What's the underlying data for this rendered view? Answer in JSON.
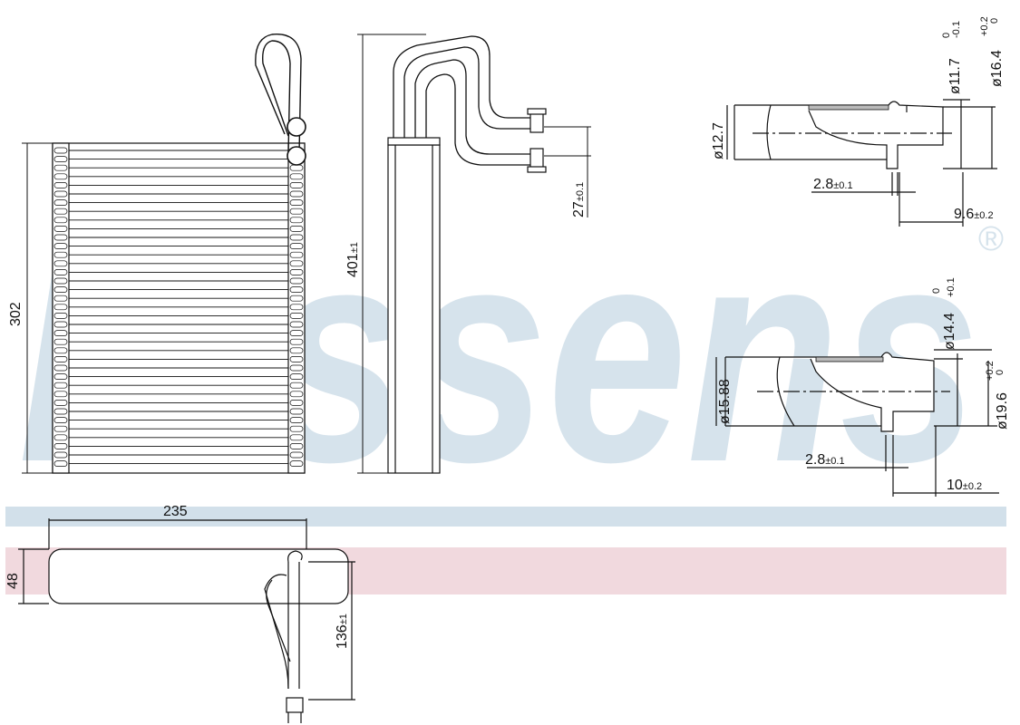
{
  "watermark": {
    "brand": "Nissens",
    "registered": "®",
    "band_blue_color": "#d2e0ea",
    "band_pink_color": "#f1d9de",
    "watermark_color": "#d6e3ec"
  },
  "dimensions": {
    "height_main": "302",
    "height_side": "401",
    "height_side_tol": "±1",
    "pipe_spacing": "27",
    "pipe_spacing_tol": "±0.1",
    "width_bottom": "235",
    "depth_bottom": "48",
    "bottom_pipe_height": "136",
    "bottom_pipe_tol": "±1"
  },
  "fitting_top": {
    "d_outer": "ø12.7",
    "d_mid": "ø11.7",
    "d_mid_upper": "0",
    "d_mid_lower": "-0.1",
    "d_flange": "ø16.4",
    "d_flange_upper": "+0.2",
    "d_flange_lower": "0",
    "collar": "2.8",
    "collar_tol": "±0.1",
    "length": "9.6",
    "length_tol": "±0.2"
  },
  "fitting_bottom": {
    "d_outer": "ø15.88",
    "d_mid": "ø14.4",
    "d_mid_upper": "0",
    "d_mid_lower": "+0.1",
    "d_flange": "ø19.6",
    "d_flange_upper": "+0.2",
    "d_flange_lower": "0",
    "collar": "2.8",
    "collar_tol": "±0.1",
    "length": "10",
    "length_tol": "±0.2"
  }
}
